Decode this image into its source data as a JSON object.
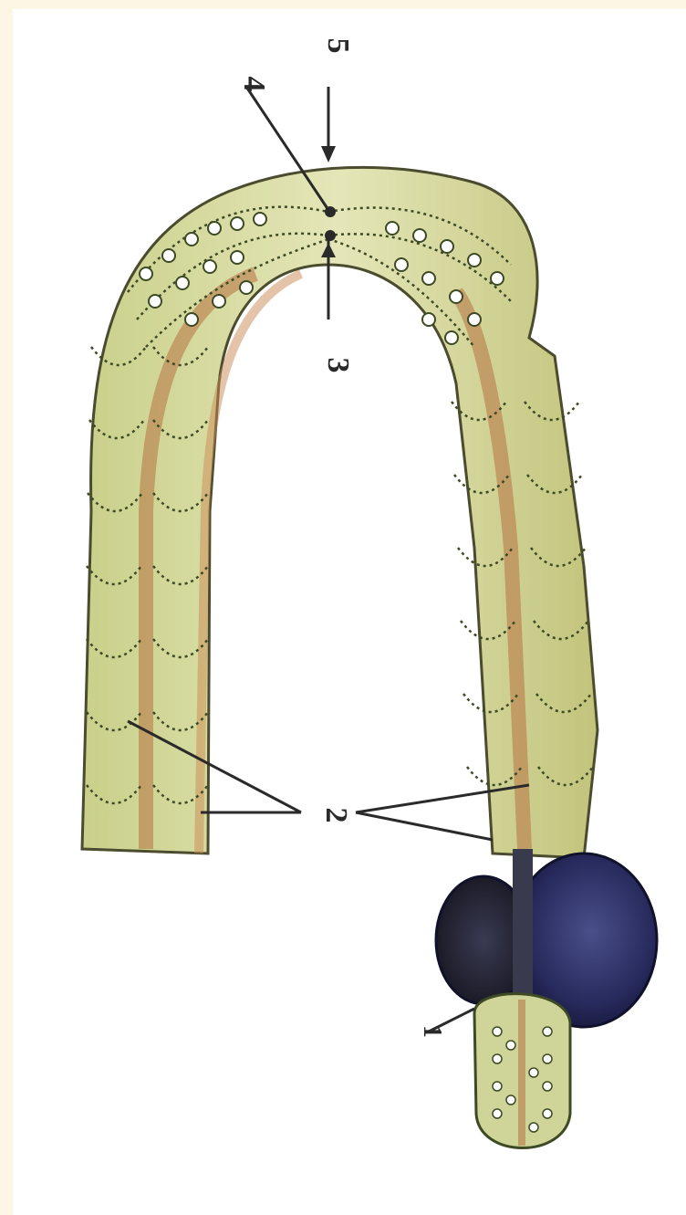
{
  "labels": {
    "label_1": "1",
    "label_2": "2",
    "label_3": "3",
    "label_4": "4",
    "label_5": "5"
  }
}
